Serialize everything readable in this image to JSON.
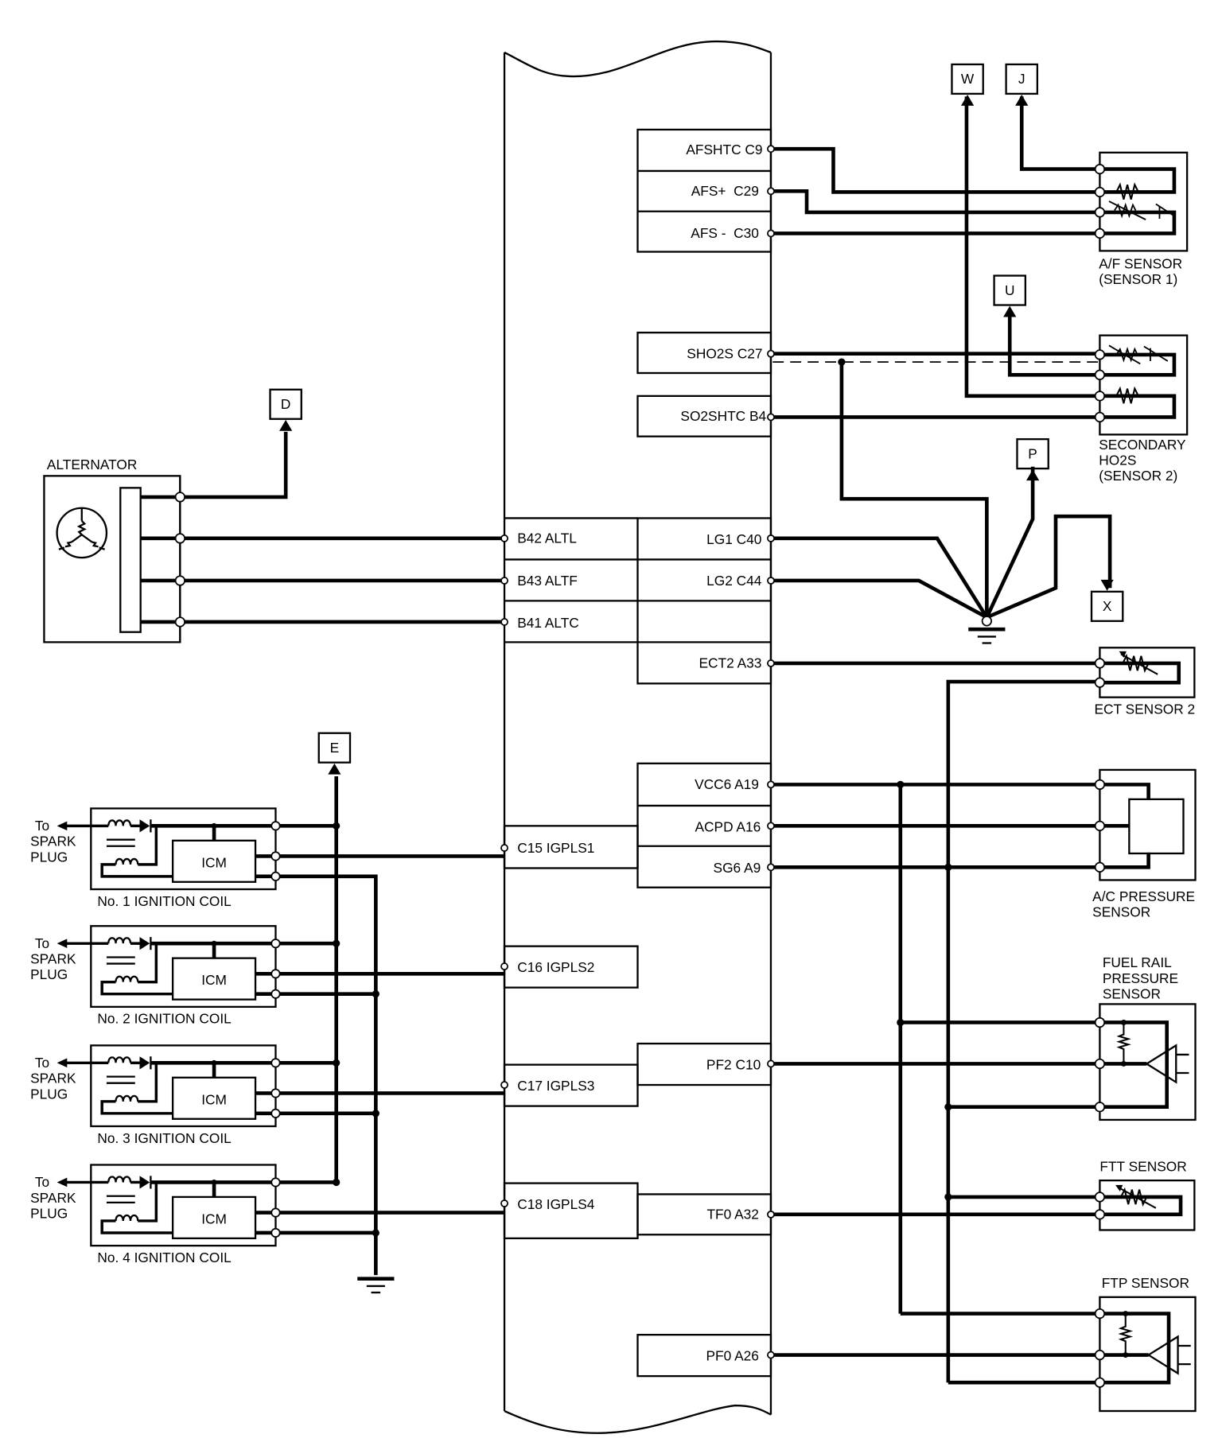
{
  "diagram": {
    "title": "ECM/PCM circuit diagram (partial)",
    "ecm_pins_left": [
      {
        "id": "b42",
        "label": "B42 ALTL"
      },
      {
        "id": "b43",
        "label": "B43 ALTF"
      },
      {
        "id": "b41",
        "label": "B41 ALTC"
      },
      {
        "id": "c15",
        "label": "C15 IGPLS1"
      },
      {
        "id": "c16",
        "label": "C16 IGPLS2"
      },
      {
        "id": "c17",
        "label": "C17 IGPLS3"
      },
      {
        "id": "c18",
        "label": "C18 IGPLS4"
      }
    ],
    "ecm_pins_right": [
      {
        "id": "c9",
        "label": "AFSHTC C9"
      },
      {
        "id": "c29",
        "label": "AFS+  C29"
      },
      {
        "id": "c30",
        "label": "AFS -  C30"
      },
      {
        "id": "c27",
        "label": "SHO2S C27"
      },
      {
        "id": "b4",
        "label": "SO2SHTC B4"
      },
      {
        "id": "c40",
        "label": "LG1 C40"
      },
      {
        "id": "c44",
        "label": "LG2 C44"
      },
      {
        "id": "a33",
        "label": "ECT2 A33"
      },
      {
        "id": "a19",
        "label": "VCC6 A19"
      },
      {
        "id": "a16",
        "label": "ACPD A16"
      },
      {
        "id": "a9",
        "label": "SG6 A9"
      },
      {
        "id": "c10",
        "label": "PF2 C10"
      },
      {
        "id": "a32",
        "label": "TF0 A32"
      },
      {
        "id": "a26",
        "label": "PF0 A26"
      }
    ],
    "connectors": {
      "W": "W",
      "J": "J",
      "U": "U",
      "D": "D",
      "P": "P",
      "X": "X",
      "E": "E"
    },
    "components": {
      "alternator": "ALTERNATOR",
      "af_sensor_line1": "A/F SENSOR",
      "af_sensor_line2": "(SENSOR 1)",
      "ho2s_line1": "SECONDARY",
      "ho2s_line2": "HO2S",
      "ho2s_line3": "(SENSOR 2)",
      "ect2": "ECT SENSOR 2",
      "acp_line1": "A/C PRESSURE",
      "acp_line2": "SENSOR",
      "frp_line1": "FUEL RAIL",
      "frp_line2": "PRESSURE",
      "frp_line3": "SENSOR",
      "ftt": "FTT SENSOR",
      "ftp": "FTP SENSOR",
      "icm": "ICM",
      "to": "To",
      "spark": "SPARK",
      "plug": "PLUG",
      "coils": [
        "No. 1 IGNITION COIL",
        "No. 2 IGNITION COIL",
        "No. 3 IGNITION COIL",
        "No. 4 IGNITION COIL"
      ]
    }
  }
}
